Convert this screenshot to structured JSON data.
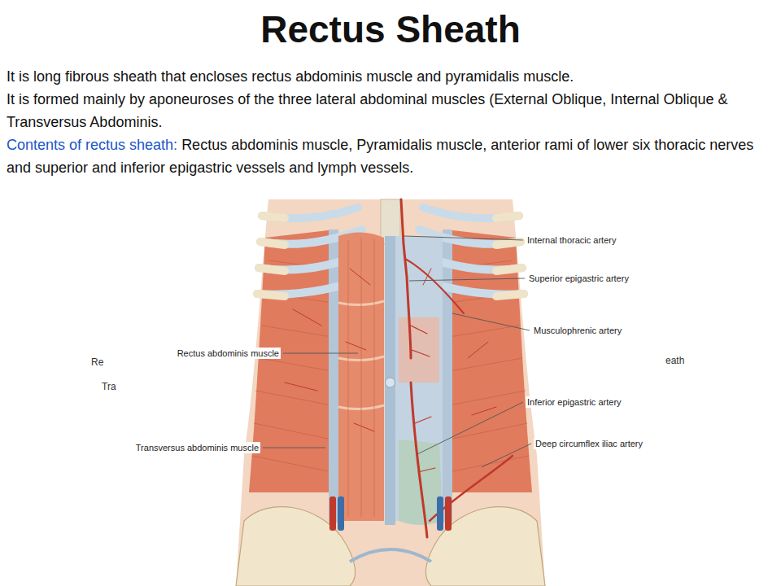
{
  "diagram": {
    "title": "Rectus Sheath",
    "labels": [
      "It is long fibrous sheath that encloses rectus abdominis muscle and pyramidalis muscle.",
      "It is formed mainly by aponeuroses of the three lateral abdominal muscles (External Oblique, Internal Oblique & Transversus Abdominis.",
      "Contents of rectus sheath:",
      "Rectus abdominis muscle, Pyramidalis muscle, anterior rami of lower six thoracic nerves and superior and inferior epigastric vessels and lymph vessels.",
      "Internal thoracic artery",
      "Superior epigastric artery",
      "Musculophrenic artery",
      "Rectus abdominis muscle",
      "Inferior epigastric artery",
      "Transversus abdominis muscle",
      "Deep circumflex iliac artery",
      "Re",
      "Tra",
      "eath"
    ]
  }
}
